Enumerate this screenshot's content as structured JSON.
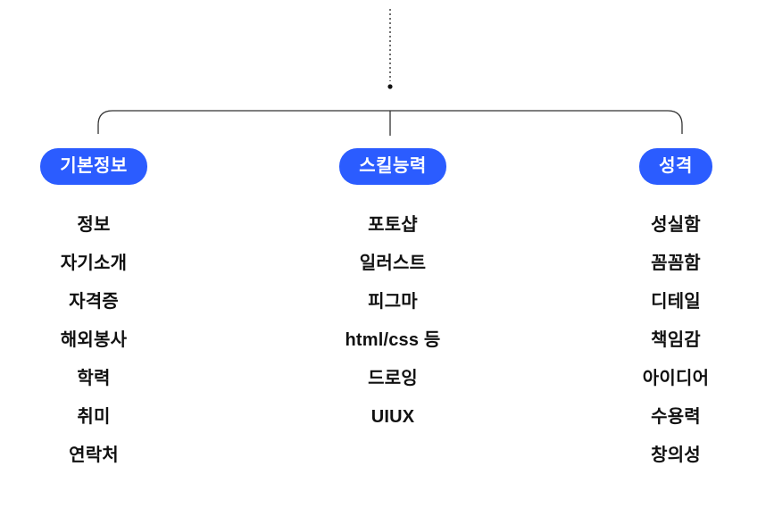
{
  "diagram": {
    "accent_color": "#2b5cff",
    "line_color": "#333333",
    "columns": [
      {
        "title": "기본정보",
        "items": [
          "정보",
          "자기소개",
          "자격증",
          "해외봉사",
          "학력",
          "취미",
          "연락처"
        ]
      },
      {
        "title": "스킬능력",
        "items": [
          "포토샵",
          "일러스트",
          "피그마",
          "html/css 등",
          "드로잉",
          "UIUX"
        ]
      },
      {
        "title": "성격",
        "items": [
          "성실함",
          "꼼꼼함",
          "디테일",
          "책임감",
          "아이디어",
          "수용력",
          "창의성"
        ]
      }
    ]
  }
}
